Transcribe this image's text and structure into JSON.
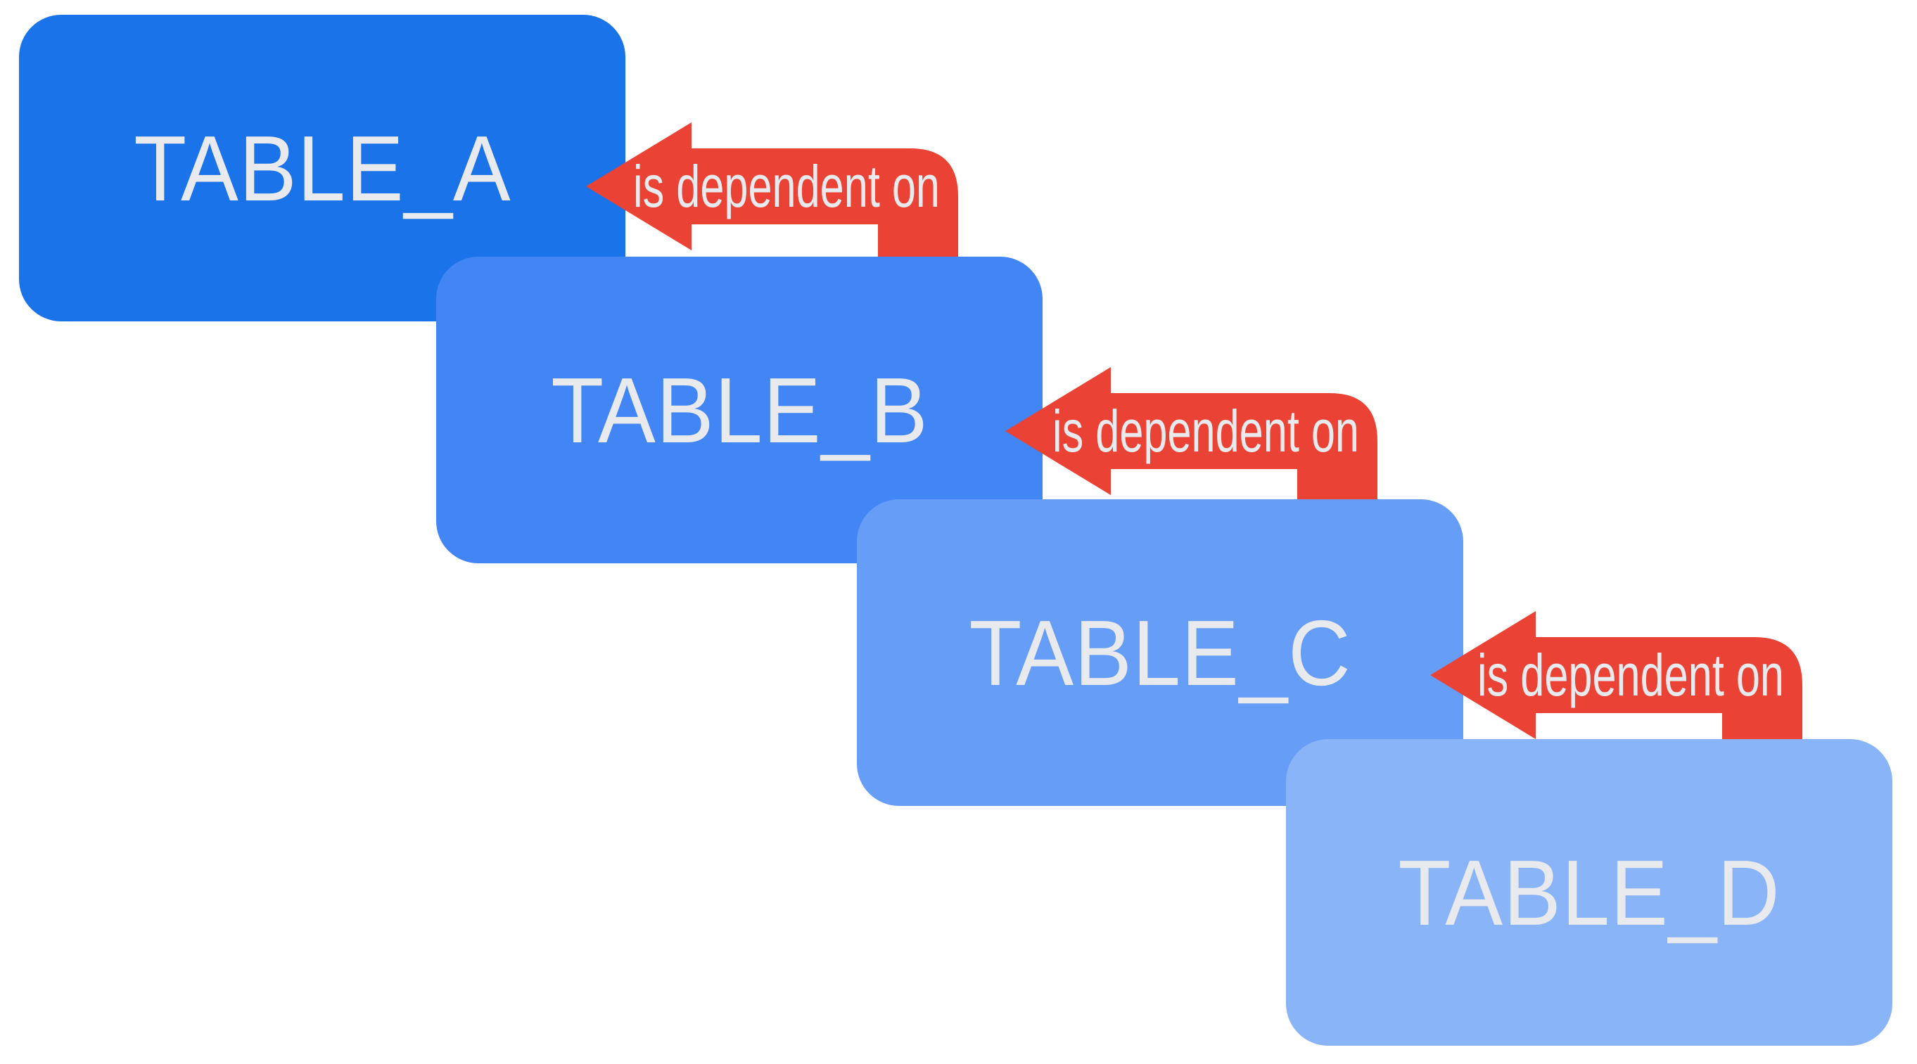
{
  "diagram": {
    "colors": {
      "background": "#FFFFFF",
      "arrow": "#EA4335",
      "label_text": "#E8EAED"
    },
    "tables": [
      {
        "label": "TABLE_A",
        "color": "#1A73E8"
      },
      {
        "label": "TABLE_B",
        "color": "#4285F4"
      },
      {
        "label": "TABLE_C",
        "color": "#669DF6"
      },
      {
        "label": "TABLE_D",
        "color": "#8AB4F8"
      }
    ],
    "arrows": [
      {
        "label": "is dependent on",
        "from": "TABLE_B",
        "to": "TABLE_A"
      },
      {
        "label": "is dependent on",
        "from": "TABLE_C",
        "to": "TABLE_B"
      },
      {
        "label": "is dependent on",
        "from": "TABLE_D",
        "to": "TABLE_C"
      }
    ]
  }
}
